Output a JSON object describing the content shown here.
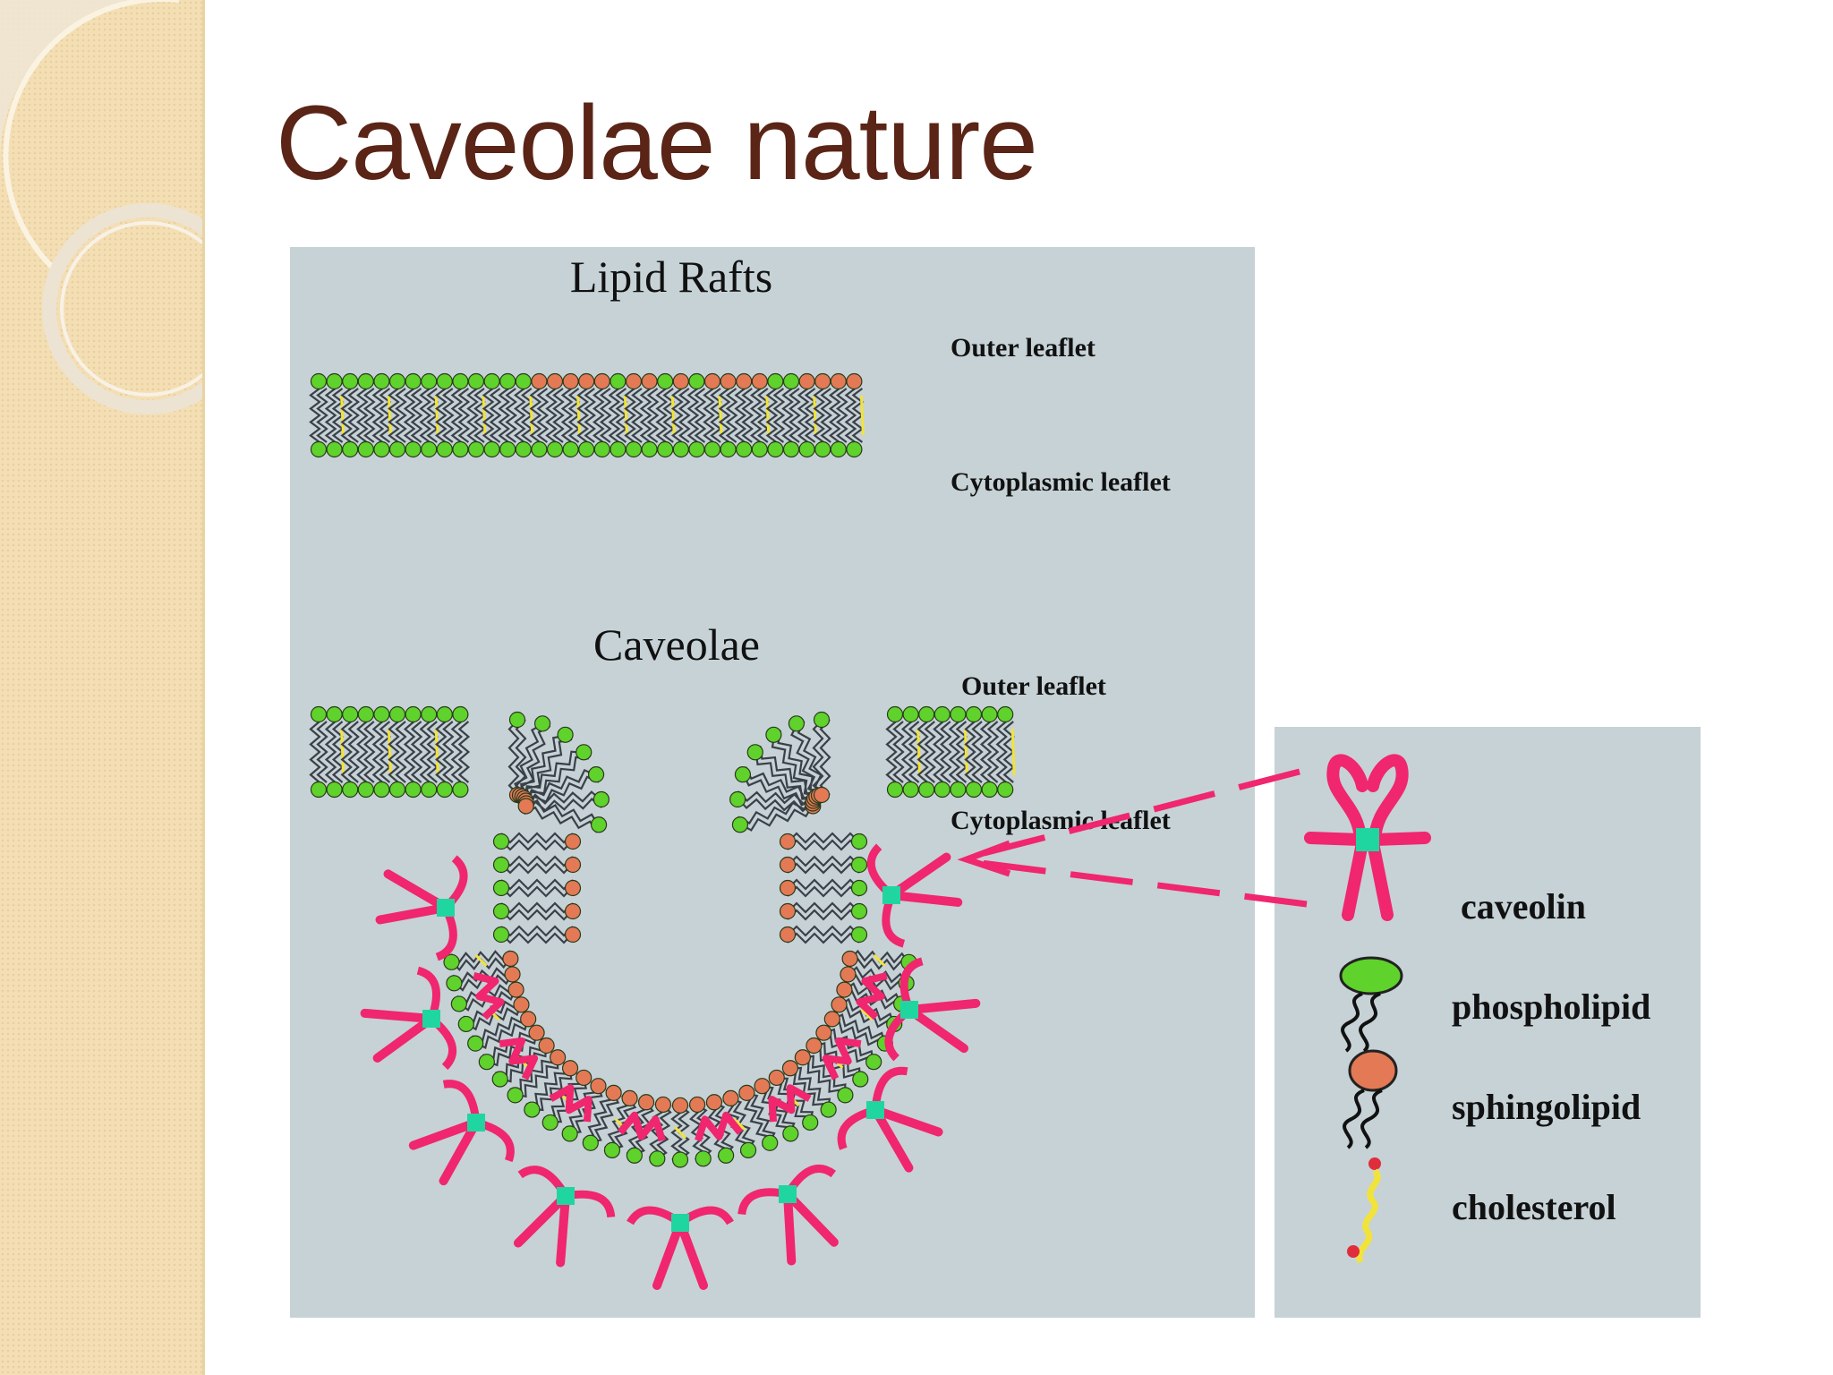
{
  "slide": {
    "title": "Caveolae nature"
  },
  "diagram": {
    "lipid_rafts": {
      "heading": "Lipid Rafts",
      "outer_label": "Outer leaflet",
      "inner_label": "Cytoplasmic leaflet"
    },
    "caveolae": {
      "heading": "Caveolae",
      "outer_label": "Outer leaflet",
      "inner_label": "Cytoplasmic leaflet"
    },
    "legend": [
      {
        "label": "caveolin",
        "icon": "caveolin-icon"
      },
      {
        "label": "phospholipid",
        "icon": "phospholipid-icon"
      },
      {
        "label": "sphingolipid",
        "icon": "sphingolipid-icon"
      },
      {
        "label": "cholesterol",
        "icon": "cholesterol-icon"
      }
    ]
  },
  "colors": {
    "title": "#5a2416",
    "panel": "#c6d2d6",
    "phospholipid": "#5fd22c",
    "sphingolipid": "#e37a55",
    "caveolin": "#f0266e",
    "caveolin_center": "#1fd6a0",
    "cholesterol": "#f2e33a",
    "sidebar": "#f4dfb4"
  }
}
